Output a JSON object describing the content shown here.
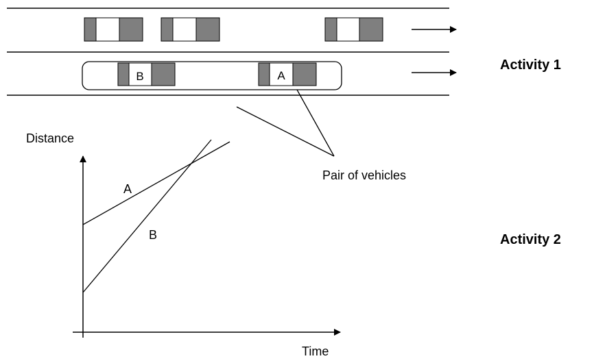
{
  "road": {
    "vehicle_labels": {
      "a": "A",
      "b": "B"
    },
    "pair_label": "Pair of vehicles"
  },
  "activities": {
    "activity_1": "Activity 1",
    "activity_2": "Activity 2"
  },
  "graph": {
    "y_axis_label": "Distance",
    "x_axis_label": "Time",
    "line_a_label": "A",
    "line_b_label": "B"
  },
  "colors": {
    "vehicle_body": "#7f7f7f",
    "vehicle_window": "#ffffff",
    "line": "#000000"
  }
}
